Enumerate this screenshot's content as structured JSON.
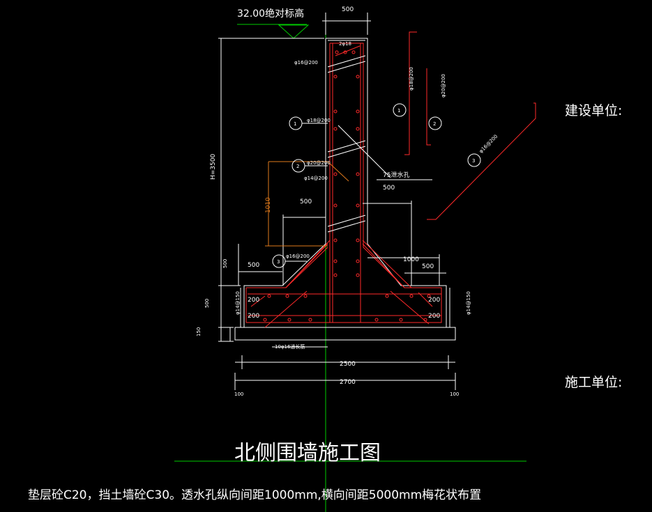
{
  "drawing": {
    "title": "北侧围墙施工图",
    "note": "垫层砼C20，挡土墙砼C30。透水孔纵向间距1000mm,横向间距5000mm梅花状布置",
    "elevation_label": "32.00绝对标高",
    "owner_label": "建设单位:",
    "contractor_label": "施工单位:"
  },
  "dimensions": {
    "wall_width_top": "500",
    "wall_height": "H=3500",
    "rebar_height": "1010",
    "haunch_width": "500",
    "hole_offset": "500",
    "left_step": "500",
    "right_step": "500",
    "right_haunch": "1000",
    "base_height": "500",
    "haunch_height": "500",
    "cushion_height": "150",
    "base_width": "2500",
    "cushion_width": "2700",
    "edge_left": "100",
    "edge_right": "100",
    "cover_top_left": "200",
    "cover_bottom_left": "200",
    "cover_top_right": "200",
    "cover_bottom_right": "200"
  },
  "rebar": {
    "r1_label": "φ18@200",
    "r2_label": "φ20@200",
    "r3_label": "φ16@200",
    "dist_label": "φ14@200",
    "base_left": "φ14@150",
    "base_right": "φ14@150",
    "hole_label": "75泄水孔",
    "bottom_label": "10φ16通长筋",
    "top_label": "φ16@200",
    "top_small": "2φ18",
    "detail1": "φ18@200",
    "detail2": "φ20@200",
    "detail3": "φ16@200",
    "marks": [
      "1",
      "2",
      "3"
    ]
  },
  "colors": {
    "background": "#000000",
    "outline": "#ffffff",
    "rebar": "#ff2a2a",
    "leader": "#ffffff",
    "axis": "#00cc00",
    "orange": "#e07a1c"
  }
}
